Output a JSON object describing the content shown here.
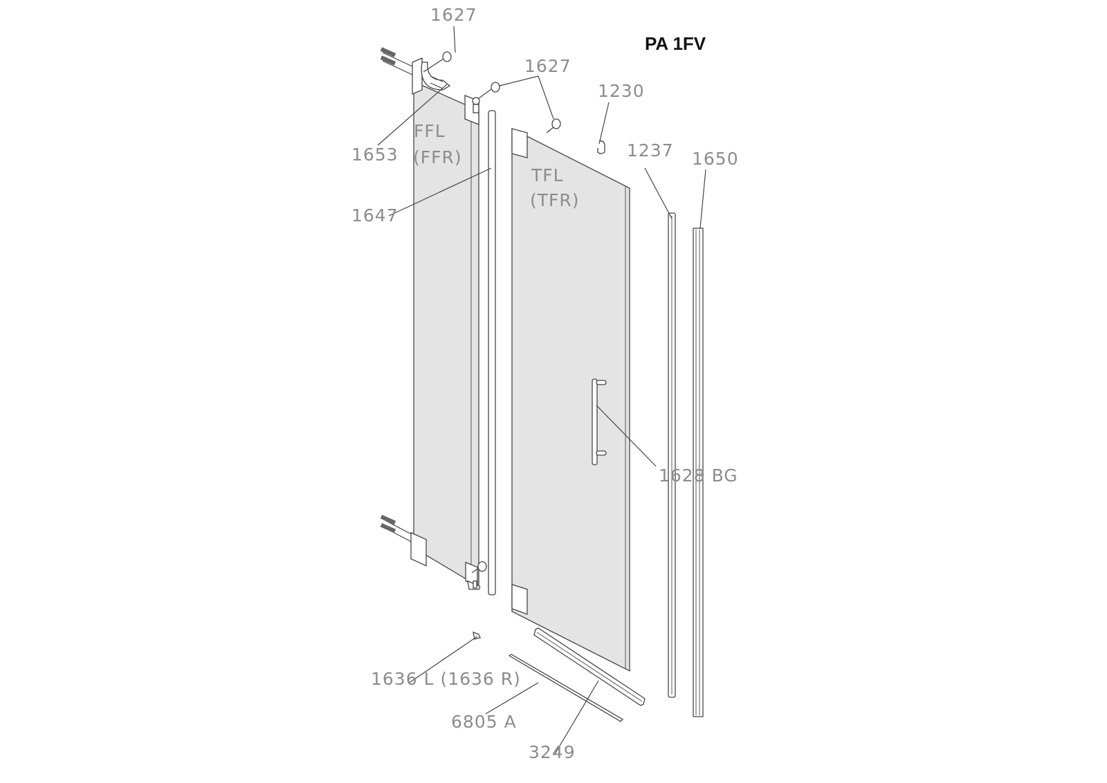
{
  "title": "PA 1FV",
  "panels": {
    "fixed": {
      "line1": "FFL",
      "line2": "(FFR)"
    },
    "door": {
      "line1": "TFL",
      "line2": "(TFR)"
    }
  },
  "parts": {
    "seal_cap_top": "1627",
    "seal_caps_door": "1627",
    "hook": "1230",
    "strip": "1237",
    "wall_profile": "1650",
    "hinge": "1653",
    "rod": "1647",
    "handle": "1628 BG",
    "end_cap": "1636 L (1636 R)",
    "seal_bottom": "6805 A",
    "bottom_profile": "3249"
  },
  "colors": {
    "glass": "#e4e4e4",
    "label": "#8c8c8c",
    "line": "#444444"
  }
}
